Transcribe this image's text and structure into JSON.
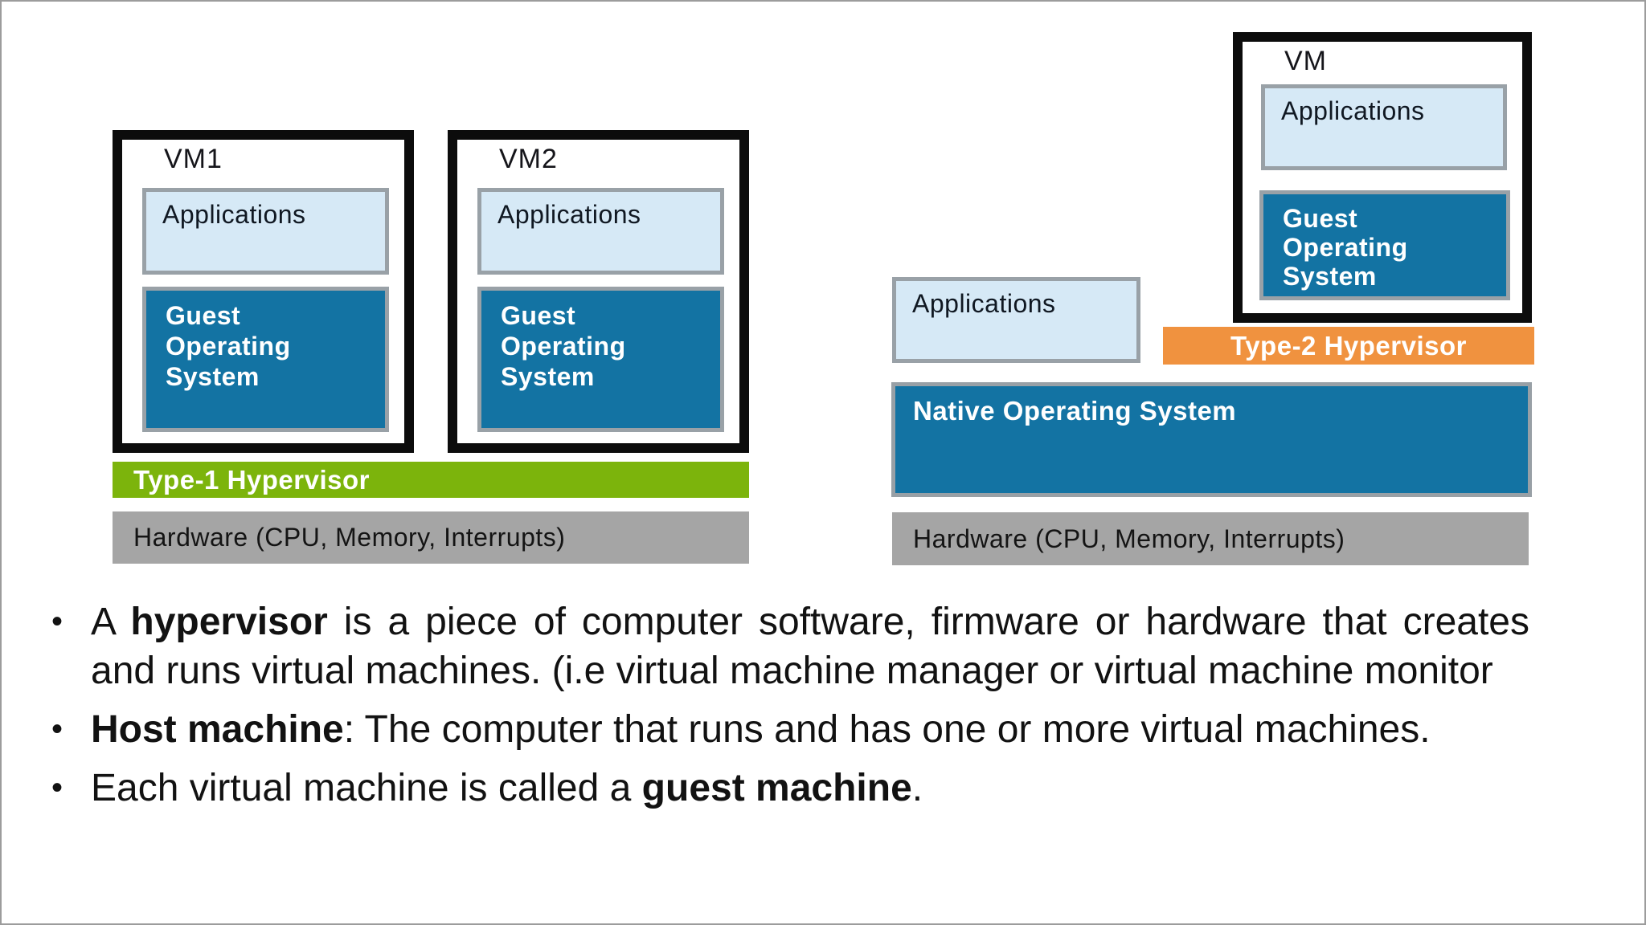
{
  "colors": {
    "light_blue_box": "#d6e9f6",
    "dark_blue_box": "#1373a3",
    "type1_green": "#7cb40c",
    "type2_orange": "#f0923f",
    "hardware_gray": "#a5a5a5",
    "box_border_gray": "#99a1a7",
    "vm_border_black": "#0c0c0c"
  },
  "type1": {
    "vms": [
      {
        "title": "VM1",
        "applications_label": "Applications",
        "guest_os_label": "Guest Operating System"
      },
      {
        "title": "VM2",
        "applications_label": "Applications",
        "guest_os_label": "Guest Operating System"
      }
    ],
    "hypervisor_label": "Type-1 Hypervisor",
    "hardware_label": "Hardware (CPU, Memory, Interrupts)"
  },
  "type2": {
    "vm": {
      "title": "VM",
      "applications_label": "Applications",
      "guest_os_label": "Guest Operating System"
    },
    "applications_label": "Applications",
    "hypervisor_label": "Type-2 Hypervisor",
    "native_os_label": "Native Operating System",
    "hardware_label": "Hardware (CPU, Memory, Interrupts)"
  },
  "bullets": {
    "marker": "•",
    "items": [
      {
        "segments": [
          {
            "text": "A ",
            "bold": false
          },
          {
            "text": "hypervisor",
            "bold": true
          },
          {
            "text": " is a piece of computer software, firmware or hardware that creates and runs virtual machines. (i.e virtual machine manager or virtual machine monitor",
            "bold": false
          }
        ]
      },
      {
        "segments": [
          {
            "text": "Host machine",
            "bold": true
          },
          {
            "text": ": The computer that runs and has one or more virtual machines.",
            "bold": false
          }
        ]
      },
      {
        "segments": [
          {
            "text": "Each virtual machine is called a ",
            "bold": false
          },
          {
            "text": "guest machine",
            "bold": true
          },
          {
            "text": ".",
            "bold": false
          }
        ]
      }
    ]
  }
}
